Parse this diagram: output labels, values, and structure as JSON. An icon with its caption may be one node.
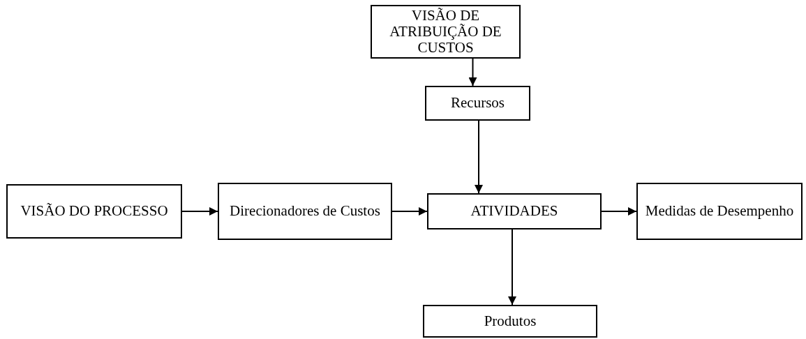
{
  "diagram": {
    "nodes": [
      {
        "text": [
          "VISÃO DE ATRIBUIÇÃO DE CUSTOS"
        ]
      },
      {
        "text": [
          "Recursos"
        ]
      },
      {
        "text": [
          "VISÃO DO PROCESSO"
        ]
      },
      {
        "text": [
          "Direcionadores de Custos"
        ]
      },
      {
        "text": [
          "ATIVIDADES"
        ]
      },
      {
        "text": [
          "Medidas de Desempenho"
        ]
      },
      {
        "text": [
          "Produtos"
        ]
      }
    ],
    "edges": [
      {
        "from": 0,
        "to": 1,
        "arrow": "to"
      },
      {
        "from": 1,
        "to": 4,
        "arrow": "to"
      },
      {
        "from": 2,
        "to": 3,
        "arrow": "to"
      },
      {
        "from": 3,
        "to": 4,
        "arrow": "to"
      },
      {
        "from": 4,
        "to": 5,
        "arrow": "to"
      },
      {
        "from": 4,
        "to": 6,
        "arrow": "to"
      }
    ]
  }
}
